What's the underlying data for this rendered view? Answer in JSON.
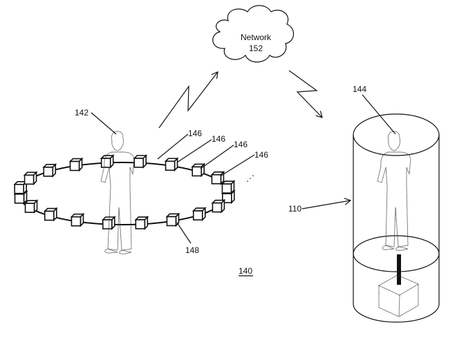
{
  "diagram": {
    "network": {
      "label": "Network",
      "number": "152"
    },
    "labels": {
      "person_capture": "142",
      "person_display": "144",
      "cameras": [
        "146",
        "146",
        "146",
        "146"
      ],
      "camera_ring": "148",
      "display_system": "110",
      "figure_ref": "140"
    },
    "ellipsis": "⋰",
    "camera_count": 20
  }
}
